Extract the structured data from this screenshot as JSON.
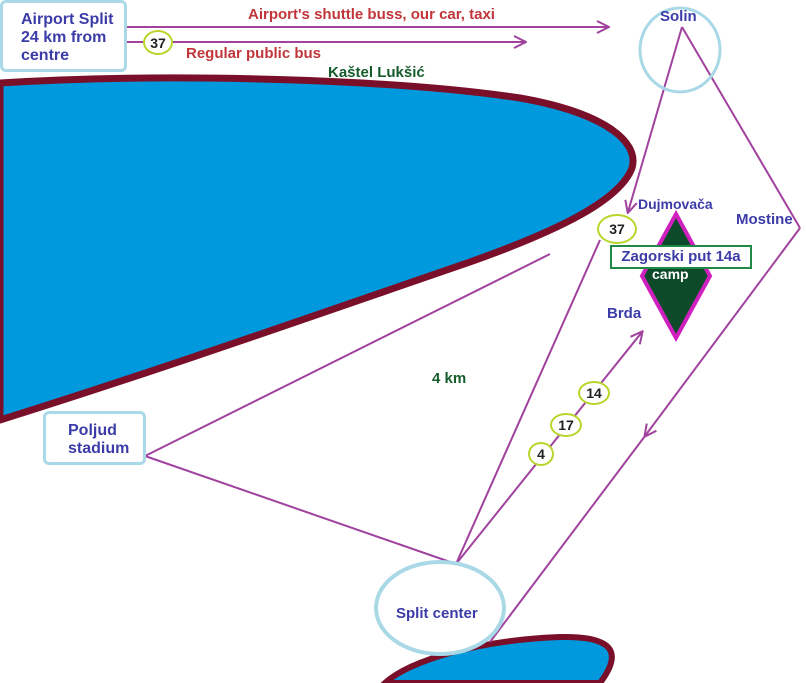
{
  "places": {
    "airport_line1": "Airport Split",
    "airport_line2": "24 km from",
    "airport_line3": "centre",
    "solin": "Solin",
    "kastel": "Kaštel Lukšić",
    "dujmovaca": "Dujmovača",
    "mostine": "Mostine",
    "brda": "Brda",
    "poljud_line1": "Poljud",
    "poljud_line2": "stadium",
    "split_center": "Split center"
  },
  "routes": {
    "shuttle": "Airport's shuttle buss, our car, taxi",
    "regular": "Regular public bus"
  },
  "distance": "4 km",
  "camp": {
    "address": "Zagorski put 14a",
    "label": "camp"
  },
  "bus_lines": {
    "airport_37": "37",
    "near_camp_37": "37",
    "line_14": "14",
    "line_17": "17",
    "line_4": "4"
  },
  "colors": {
    "sea": "#0099dd",
    "coast": "#7a0f2a",
    "route": "#a0429e",
    "camp_fill": "#0d4a2a",
    "camp_border": "#d020c0",
    "highlight_circle": "#a9d9e6",
    "bus_circle": "#b7d52a"
  }
}
